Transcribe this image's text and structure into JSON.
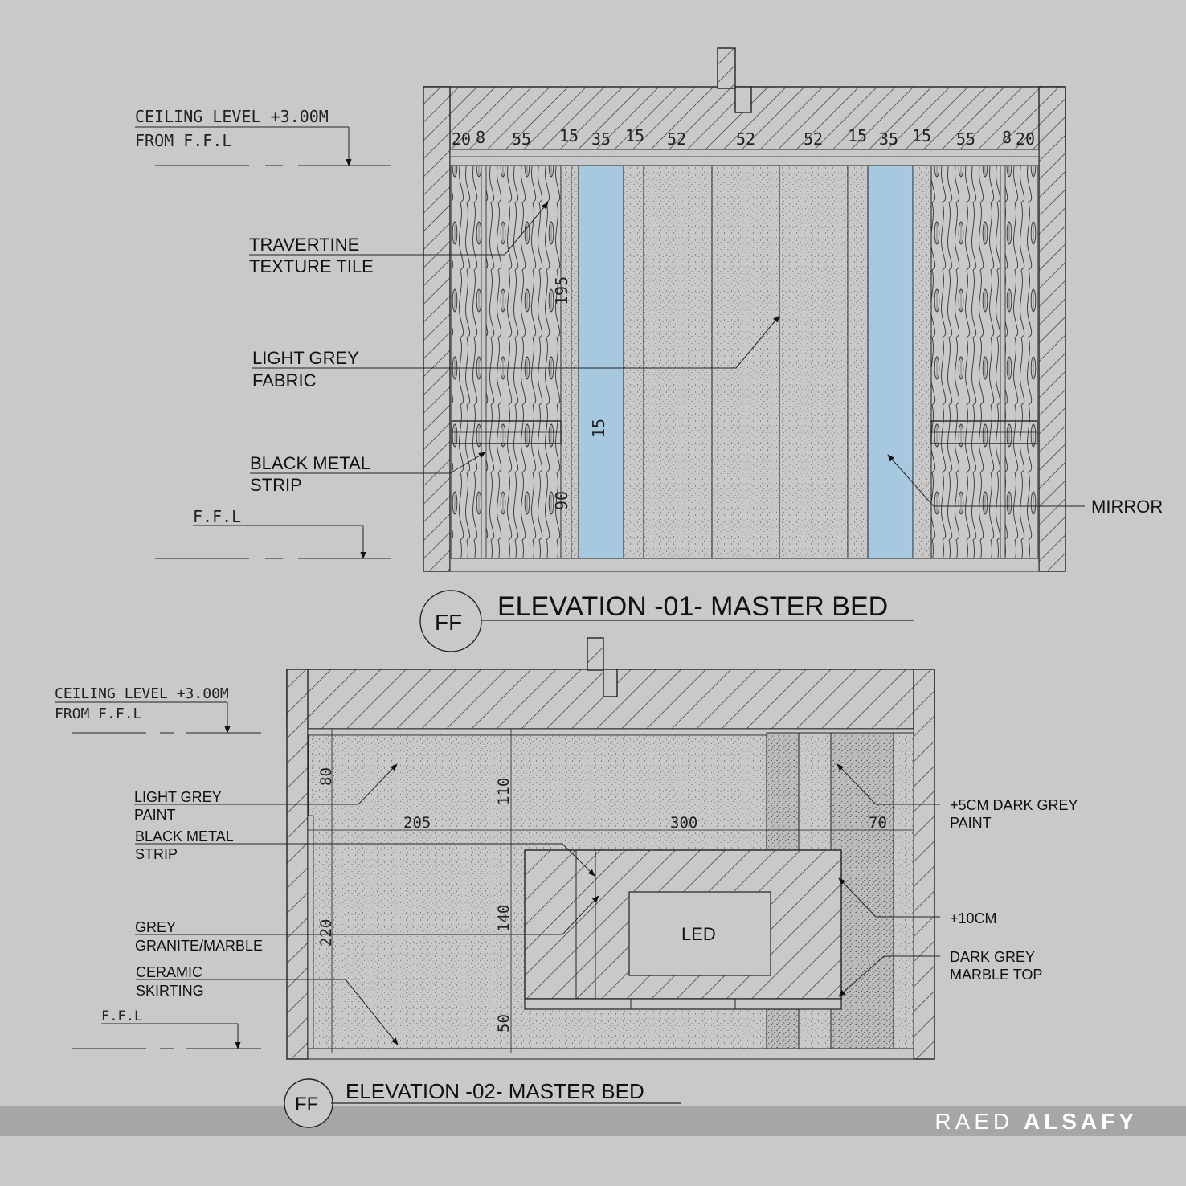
{
  "elevation1": {
    "title": "ELEVATION -01- MASTER BED",
    "tag": "FF",
    "ceiling_line1": "CEILING  LEVEL  +3.00M",
    "ceiling_line2": "FROM  F.F.L",
    "ffl": "F.F.L",
    "labels": {
      "travertine_1": "TRAVERTINE",
      "travertine_2": "TEXTURE TILE",
      "fabric_1": "LIGHT GREY",
      "fabric_2": "FABRIC",
      "strip_1": "BLACK METAL",
      "strip_2": "STRIP",
      "mirror": "MIRROR"
    },
    "top_dims": [
      "20",
      "8",
      "55",
      "15",
      "35",
      "15",
      "52",
      "52",
      "52",
      "15",
      "35",
      "15",
      "55",
      "8",
      "20"
    ],
    "v_dim_top": "195",
    "v_dim_mid": "15",
    "v_dim_bottom": "90"
  },
  "elevation2": {
    "title": "ELEVATION -02- MASTER BED",
    "tag": "FF",
    "ceiling_line1": "CEILING  LEVEL  +3.00M",
    "ceiling_line2": "FROM  F.F.L",
    "ffl": "F.F.L",
    "labels": {
      "paint_1": "LIGHT GREY",
      "paint_2": "PAINT",
      "strip_1": "BLACK METAL",
      "strip_2": "STRIP",
      "granite_1": "GREY",
      "granite_2": "GRANITE/MARBLE",
      "skirting_1": "CERAMIC",
      "skirting_2": "SKIRTING",
      "dark_paint_1": "+5CM DARK GREY",
      "dark_paint_2": "PAINT",
      "plus10": "+10CM",
      "marble_1": "DARK GREY",
      "marble_2": "MARBLE TOP",
      "led": "LED"
    },
    "h_dims": [
      "205",
      "300",
      "70"
    ],
    "v_dims": [
      "80",
      "220",
      "110",
      "140",
      "50"
    ]
  },
  "brand": {
    "first": "RAED",
    "last": "ALSAFY"
  },
  "colors": {
    "background": "#c8c9cb",
    "mirror": "#a6c9e0",
    "footer": "#a6a6a6",
    "ink": "#1a1a1a"
  }
}
